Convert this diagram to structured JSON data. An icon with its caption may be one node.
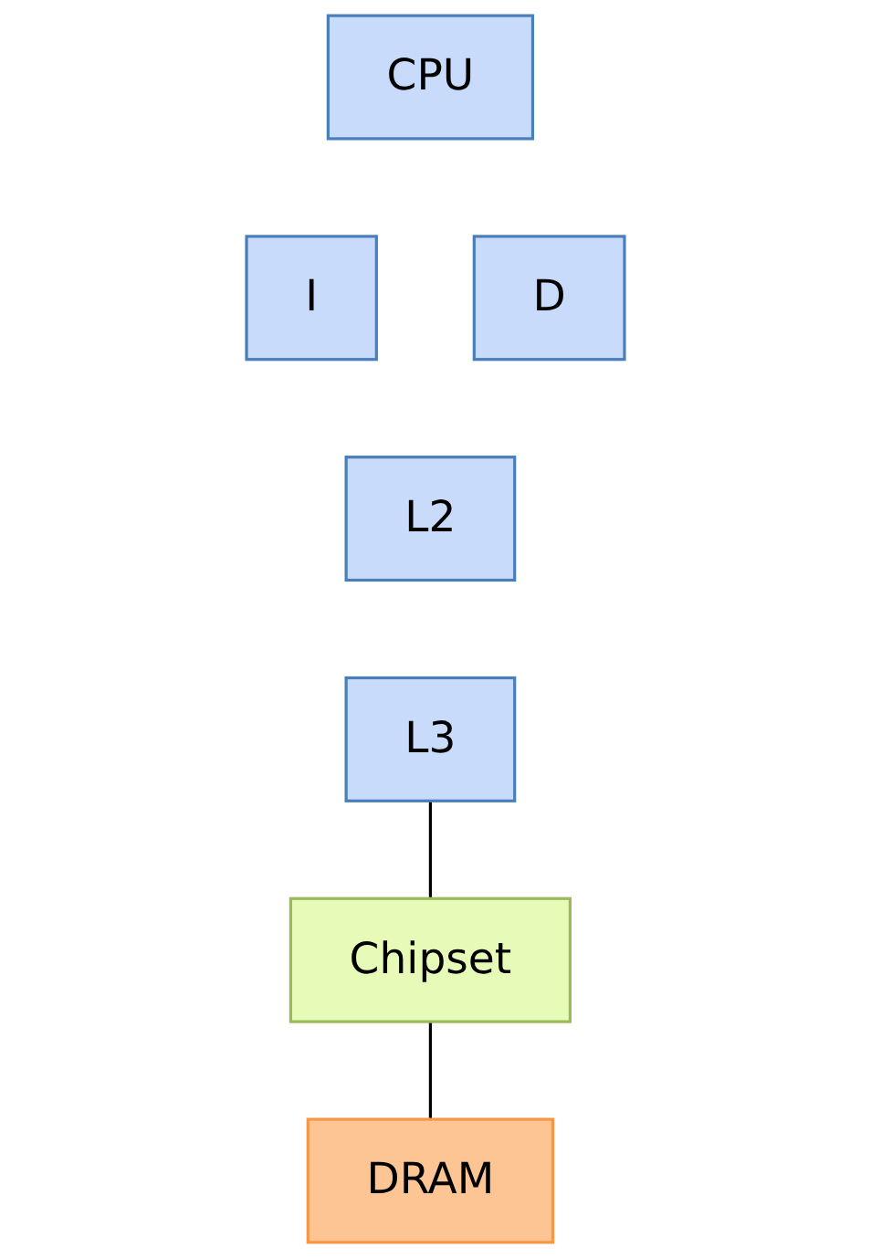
{
  "diagram": {
    "nodes": [
      {
        "text": [
          "CPU"
        ]
      },
      {
        "text": [
          "I"
        ]
      },
      {
        "text": [
          "D"
        ]
      },
      {
        "text": [
          "L2"
        ]
      },
      {
        "text": [
          "L3"
        ]
      },
      {
        "text": [
          "Chipset"
        ]
      },
      {
        "text": [
          "DRAM"
        ]
      }
    ],
    "edges": [
      {
        "from": 4,
        "to": 5,
        "arrow": "none"
      },
      {
        "from": 5,
        "to": 6,
        "arrow": "none"
      }
    ]
  }
}
